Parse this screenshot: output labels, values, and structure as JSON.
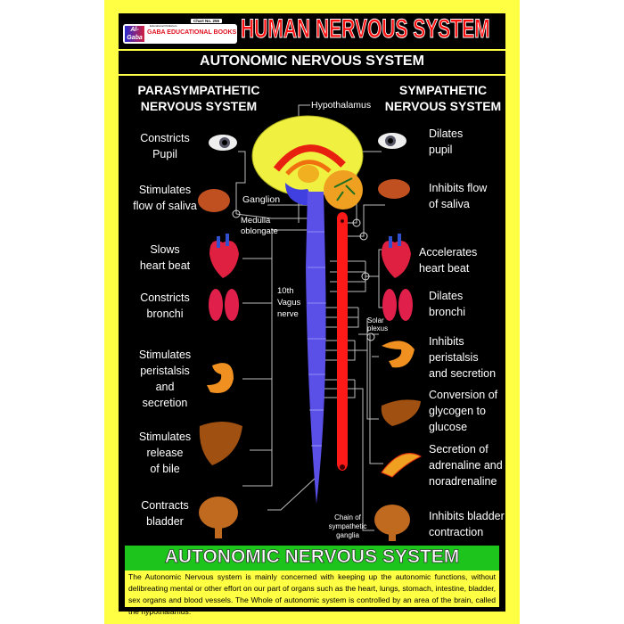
{
  "publisher": {
    "logo_text": "Al-Gaba",
    "tagline": "Educational Publishers",
    "name": "GABA EDUCATIONAL BOOKS",
    "chart_no": "Chart No. 255"
  },
  "title": "HUMAN NERVOUS SYSTEM",
  "subtitle": "AUTONOMIC NERVOUS SYSTEM",
  "parasympathetic": {
    "heading": [
      "PARASYMPATHETIC",
      "NERVOUS SYSTEM"
    ],
    "effects": [
      [
        "Constricts",
        "Pupil"
      ],
      [
        "Stimulates",
        "flow of saliva"
      ],
      [
        "Slows",
        "heart beat"
      ],
      [
        "Constricts",
        "bronchi"
      ],
      [
        "Stimulates",
        "peristalsis",
        "and",
        "secretion"
      ],
      [
        "Stimulates",
        "release",
        "of bile"
      ],
      [
        "Contracts",
        "bladder"
      ]
    ]
  },
  "sympathetic": {
    "heading": [
      "SYMPATHETIC",
      "NERVOUS SYSTEM"
    ],
    "effects": [
      [
        "Dilates",
        "pupil"
      ],
      [
        "Inhibits flow",
        "of saliva"
      ],
      [
        "Accelerates",
        "heart beat"
      ],
      [
        "Dilates",
        "bronchi"
      ],
      [
        "Inhibits",
        "peristalsis",
        "and secretion"
      ],
      [
        "Conversion of",
        "glycogen to",
        "glucose"
      ],
      [
        "Secretion of",
        "adrenaline and",
        "noradrenaline"
      ],
      [
        "Inhibits bladder",
        "contraction"
      ]
    ]
  },
  "labels": {
    "hypothalamus": "Hypothalamus",
    "ganglion": "Ganglion",
    "medulla": [
      "Medulla",
      "oblongate"
    ],
    "vagus": [
      "10th",
      "Vagus",
      "nerve"
    ],
    "solar_plexus": [
      "Solar",
      "plexus"
    ],
    "chain": [
      "Chain of",
      "sympathetic",
      "ganglia"
    ]
  },
  "footer": {
    "title": "AUTONOMIC NERVOUS SYSTEM",
    "description": "The Autonomic Nervous system is mainly concerned with keeping up the autonomic functions, without delibreating mental or other effort on our part of organs such as the heart, lungs, stomach, intestine, bladder, sex organs and blood vessels. The Whole of autonomic system is controlled by an area of the brain, called the hypothalamus."
  },
  "colors": {
    "background": "#ffff44",
    "panel": "#000000",
    "title": "#ff1010",
    "footer_bar": "#1cc41c",
    "spinal_cord": "#5a50e8",
    "sympathetic_chain": "#ff1a1a"
  }
}
